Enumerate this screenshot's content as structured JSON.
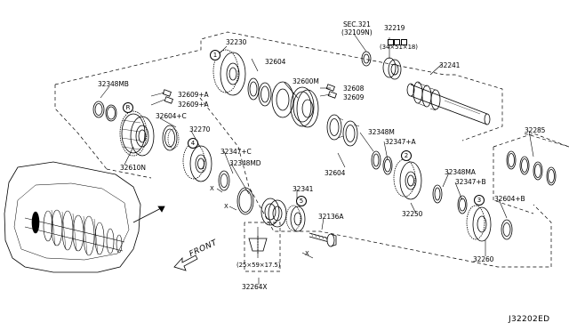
{
  "labels": {
    "p32230": "32230",
    "p32604_top": "32604",
    "p32600M": "32600M",
    "sec321": "SEC.321",
    "sec321_ref": "(32109N)",
    "p32219": "32219",
    "p32219_dim": "(34×51×18)",
    "p32241": "32241",
    "p32348MB": "32348MB",
    "p32609pA_top": "32609+A",
    "p32609pA": "32609+A",
    "p32604pC": "32604+C",
    "p32608": "32608",
    "p32609": "32609",
    "p32270": "32270",
    "p32610N": "32610N",
    "p32347pC": "32347+C",
    "p32348MD": "32348MD",
    "p32348M": "32348M",
    "p32347pA": "32347+A",
    "p32604_mid": "32604",
    "p32285": "32285",
    "p32348MA": "32348MA",
    "p32347pB": "32347+B",
    "p32604pB": "32604+B",
    "p32250": "32250",
    "p32341": "32341",
    "p32136A": "32136A",
    "p32264X_dim": "(25×59×17.5)",
    "p32264X": "32264X",
    "p32260": "32260",
    "front": "FRONT",
    "diagram_code": "J32202ED"
  },
  "callouts": {
    "c1": "1",
    "c2": "2",
    "c3": "3",
    "c4": "4",
    "c5": "5",
    "cR": "R"
  },
  "marks": {
    "x": "X"
  },
  "colors": {
    "line": "#000000",
    "background": "#ffffff"
  }
}
